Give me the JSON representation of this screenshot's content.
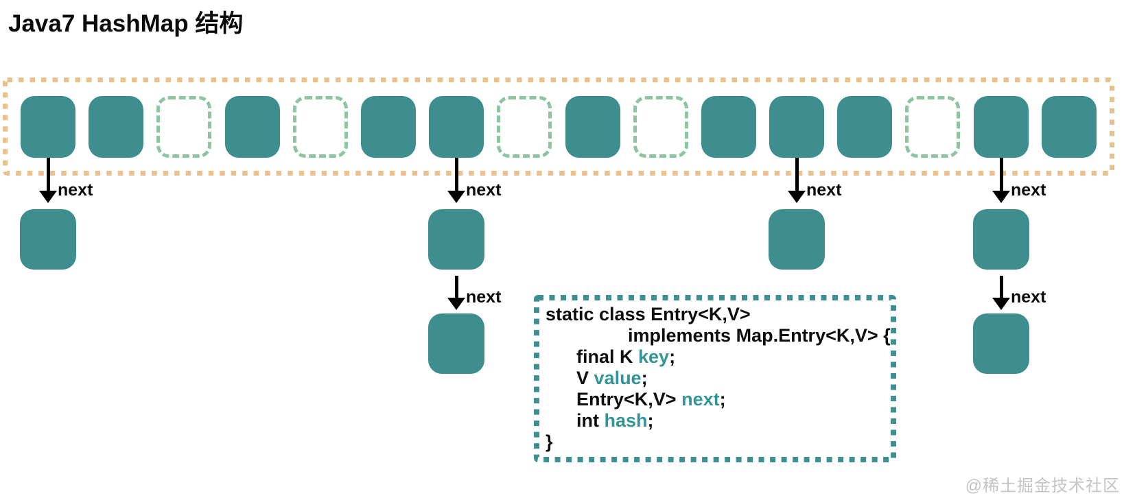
{
  "title": "Java7 HashMap 结构",
  "watermark": "@稀土掘金技术社区",
  "colors": {
    "teal": "#3F8E8F",
    "band_border": "#EAC08C",
    "empty_cell_border": "#8CC59E",
    "code_border": "#3D8F91",
    "code_field": "#339597",
    "arrow": "#000000",
    "watermark": "#C4C4C4"
  },
  "bucket_array": {
    "cells": [
      "filled",
      "filled",
      "empty",
      "filled",
      "empty",
      "filled",
      "filled",
      "empty",
      "filled",
      "empty",
      "filled",
      "filled",
      "filled",
      "empty",
      "filled",
      "filled"
    ]
  },
  "chains": [
    {
      "bucket_index": 0,
      "nodes": 1,
      "link_label": "next"
    },
    {
      "bucket_index": 6,
      "nodes": 2,
      "link_label": "next"
    },
    {
      "bucket_index": 11,
      "nodes": 1,
      "link_label": "next"
    },
    {
      "bucket_index": 14,
      "nodes": 2,
      "link_label": "next"
    }
  ],
  "code_block": {
    "lines": [
      {
        "segments": [
          {
            "text": "static class Entry<K,V>",
            "style": "keyword"
          }
        ]
      },
      {
        "segments": [
          {
            "text": "                implements Map.Entry<K,V> {",
            "style": "keyword"
          }
        ]
      },
      {
        "segments": [
          {
            "text": "      final K ",
            "style": "keyword"
          },
          {
            "text": "key",
            "style": "field"
          },
          {
            "text": ";",
            "style": "keyword"
          }
        ]
      },
      {
        "segments": [
          {
            "text": "      V ",
            "style": "keyword"
          },
          {
            "text": "value",
            "style": "field"
          },
          {
            "text": ";",
            "style": "keyword"
          }
        ]
      },
      {
        "segments": [
          {
            "text": "      Entry<K,V> ",
            "style": "keyword"
          },
          {
            "text": "next",
            "style": "field"
          },
          {
            "text": ";",
            "style": "keyword"
          }
        ]
      },
      {
        "segments": [
          {
            "text": "      int ",
            "style": "keyword"
          },
          {
            "text": "hash",
            "style": "field"
          },
          {
            "text": ";",
            "style": "keyword"
          }
        ]
      },
      {
        "segments": [
          {
            "text": "}",
            "style": "keyword"
          }
        ]
      }
    ]
  }
}
